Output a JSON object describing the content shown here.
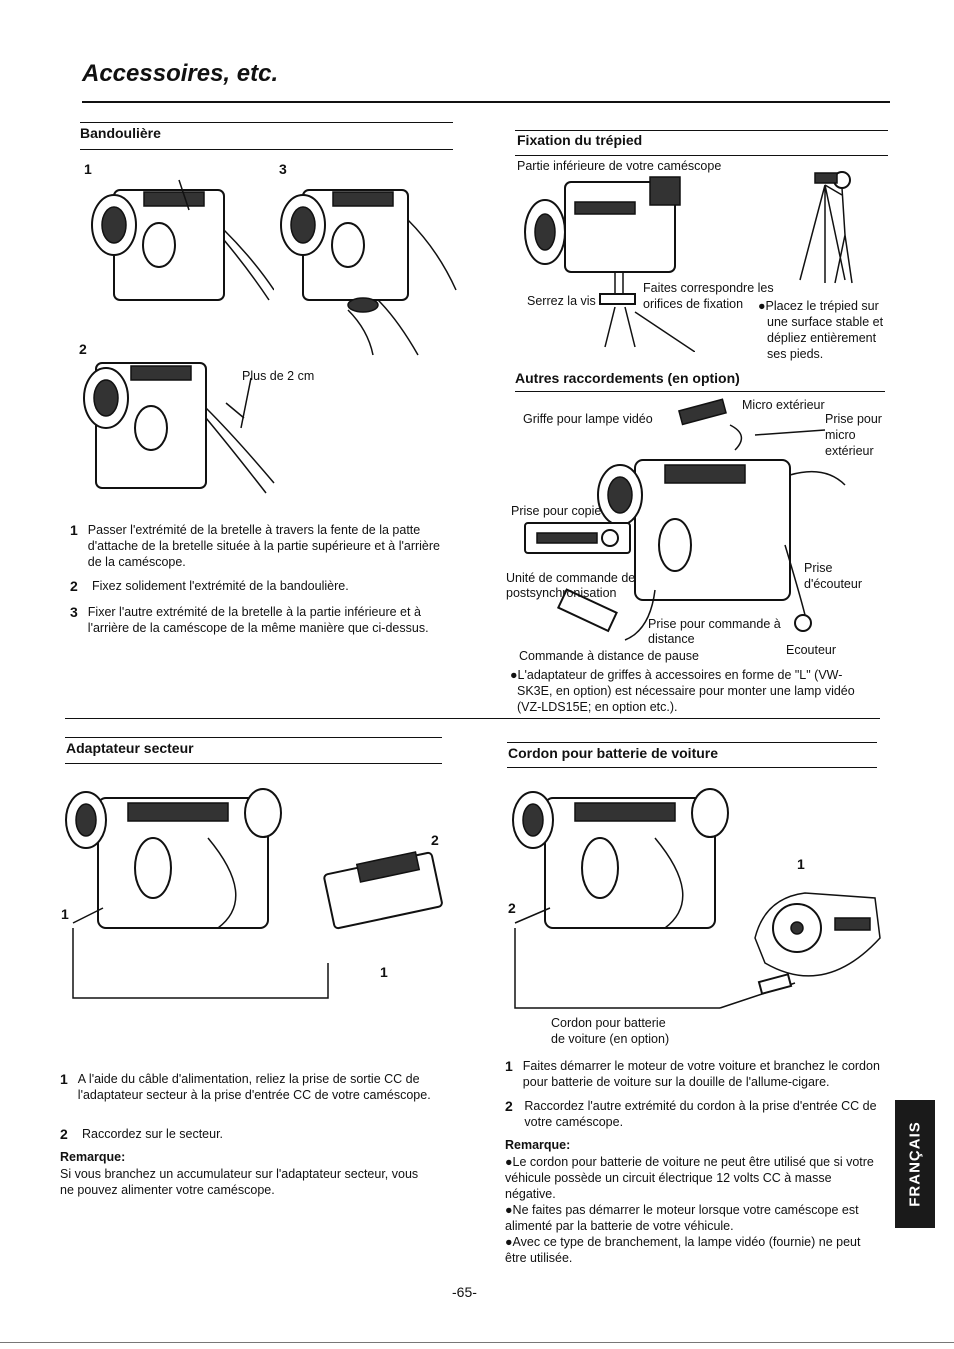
{
  "page_title": "Accessoires, etc.",
  "page_number": "-65-",
  "side_tab": "FRANÇAIS",
  "bandouliere": {
    "heading": "Bandoulière",
    "fig_labels": [
      "1",
      "3",
      "2"
    ],
    "callout": "Plus de 2 cm",
    "steps": [
      {
        "n": "1",
        "text": "Passer l'extrémité de la bretelle à travers la fente de la patte d'attache de la bretelle située à la partie supérieure et à l'arrière de la caméscope."
      },
      {
        "n": "2",
        "text": "Fixez solidement l'extrémité de la bandoulière."
      },
      {
        "n": "3",
        "text": "Fixer l'autre extrémité de la bretelle à la partie inférieure et à l'arrière de la caméscope de la même manière que ci-dessus."
      }
    ]
  },
  "trepied": {
    "heading": "Fixation du trépied",
    "caption_top": "Partie inférieure de votre caméscope",
    "label_vis": "Serrez la vis",
    "label_orifices_1": "Faites correspondre les",
    "label_orifices_2": "orifices de fixation",
    "note_1": "●Placez le trépied sur",
    "note_2": "une surface stable et",
    "note_3": "dépliez entièrement",
    "note_4": "ses pieds."
  },
  "autres": {
    "heading": "Autres raccordements (en option)",
    "micro_ext": "Micro extérieur",
    "griffe": "Griffe pour lampe vidéo",
    "prise_micro_1": "Prise pour",
    "prise_micro_2": "micro",
    "prise_micro_3": "extérieur",
    "prise_copie": "Prise pour copie",
    "unite_1": "Unité de commande de",
    "unite_2": "postsynchronisation",
    "prise_ecouteur_1": "Prise",
    "prise_ecouteur_2": "d'écouteur",
    "prise_commande_1": "Prise pour commande à",
    "prise_commande_2": "distance",
    "commande_pause": "Commande à distance de pause",
    "ecouteur": "Ecouteur",
    "note_1": "●L'adaptateur de griffes à accessoires en forme de \"L\" (VW-",
    "note_2": "SK3E, en option) est nécessaire pour monter une lamp vidéo",
    "note_3": "(VZ-LDS15E; en option etc.)."
  },
  "adaptateur": {
    "heading": "Adaptateur secteur",
    "fig_labels": [
      "1",
      "2",
      "1"
    ],
    "steps": [
      {
        "n": "1",
        "text": "A l'aide du câble d'alimentation, reliez la prise de sortie CC de l'adaptateur secteur à la prise d'entrée CC de votre caméscope."
      },
      {
        "n": "2",
        "text": "Raccordez sur le secteur."
      }
    ],
    "remarque_label": "Remarque:",
    "remarque_text": "Si vous branchez un accumulateur sur l'adaptateur secteur, vous ne pouvez alimenter votre caméscope."
  },
  "cordon": {
    "heading": "Cordon pour batterie de voiture",
    "fig_labels": [
      "1",
      "2"
    ],
    "caption_1": "Cordon pour batterie",
    "caption_2": "de voiture (en option)",
    "steps": [
      {
        "n": "1",
        "text": "Faites démarrer le moteur de votre voiture et branchez le cordon pour batterie de voiture sur la douille de l'allume-cigare."
      },
      {
        "n": "2",
        "text": "Raccordez l'autre extrémité du cordon à la prise d'entrée CC de votre caméscope."
      }
    ],
    "remarque_label": "Remarque:",
    "remarques": [
      "●Le cordon pour batterie de voiture ne peut être utilisé que si votre véhicule possède un circuit électrique 12 volts CC à masse négative.",
      "●Ne faites pas démarrer le moteur lorsque votre caméscope est alimenté par la batterie de votre véhicule.",
      "●Avec ce type de branchement, la lampe vidéo (fournie) ne peut être utilisée."
    ]
  }
}
